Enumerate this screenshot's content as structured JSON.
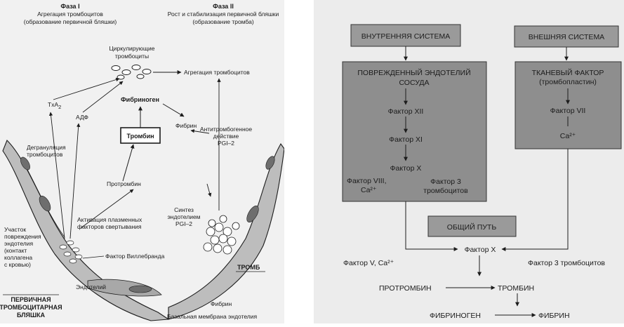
{
  "left": {
    "phase1": [
      "Фаза I",
      "Агрегация тромбоцитов",
      "(образование первичной бляшки)"
    ],
    "phase2": [
      "Фаза II",
      "Рост и стабилизация первичной бляшки",
      "(образование тромба)"
    ],
    "circulating": [
      "Циркулирующие",
      "тромбоциты"
    ],
    "aggregation": "Агрегация тромбоцитов",
    "fibrinogen": "Фибриноген",
    "fibrin_top": "Фибрин",
    "txa": "TxA",
    "txa_sub": "2",
    "adp": "АДФ",
    "thrombin": "Тромбин",
    "antithrombogenic": [
      "Антитромбогенное",
      "действие",
      "PGI–2"
    ],
    "degranulation": [
      "Дегрануляция",
      "тромбоцитов"
    ],
    "prothrombin": "Протромбин",
    "activation": [
      "Активация плазменных",
      "факторов свертывания"
    ],
    "synthesis": [
      "Синтез",
      "эндотелием",
      "PGI–2"
    ],
    "injury_site": [
      "Участок",
      "повреждения",
      "эндотелия",
      "(контакт",
      "коллагена",
      "с кровью)"
    ],
    "willebrand": "Фактор Виллебранда",
    "endothelium": "Эндотелий",
    "thrombus": "ТРОМБ",
    "primary_plaque": [
      "ПЕРВИЧНАЯ",
      "ТРОМБОЦИТАРНАЯ",
      "БЛЯШКА"
    ],
    "fibrin_bottom": "Фибрин",
    "basal_membrane": "Базальная мембрана эндотелия"
  },
  "right": {
    "intrinsic": "ВНУТРЕННЯЯ СИСТЕМА",
    "extrinsic": "ВНЕШНЯЯ СИСТЕМА",
    "damaged_endothelium": [
      "ПОВРЕЖДЕННЫЙ ЭНДОТЕЛИЙ",
      "СОСУДА"
    ],
    "tissue_factor": "ТКАНЕВЫЙ ФАКТОР",
    "thromboplastin": "(тромбопластин)",
    "factor_xii": "Фактор XII",
    "factor_xi": "Фактор XI",
    "factor_x_inner": "Фактор X",
    "factor_viii": [
      "Фактор VIII,",
      "Ca²⁺"
    ],
    "factor3_inner": [
      "Фактор 3",
      "тромбоцитов"
    ],
    "factor_vii": "Фактор VII",
    "ca_ext": "Ca²⁺",
    "common_path": "ОБЩИЙ ПУТЬ",
    "factor_x": "Фактор X",
    "factor_v": "Фактор V, Ca²⁺",
    "factor3_bottom": "Фактор 3 тромбоцитов",
    "prothrombin": "ПРОТРОМБИН",
    "thrombin": "ТРОМБИН",
    "fibrinogen": "ФИБРИНОГЕН",
    "fibrin": "ФИБРИН"
  },
  "colors": {
    "box_gray": "#999999",
    "box_dark": "#8a8a8a",
    "ink": "#1c1c1c"
  }
}
